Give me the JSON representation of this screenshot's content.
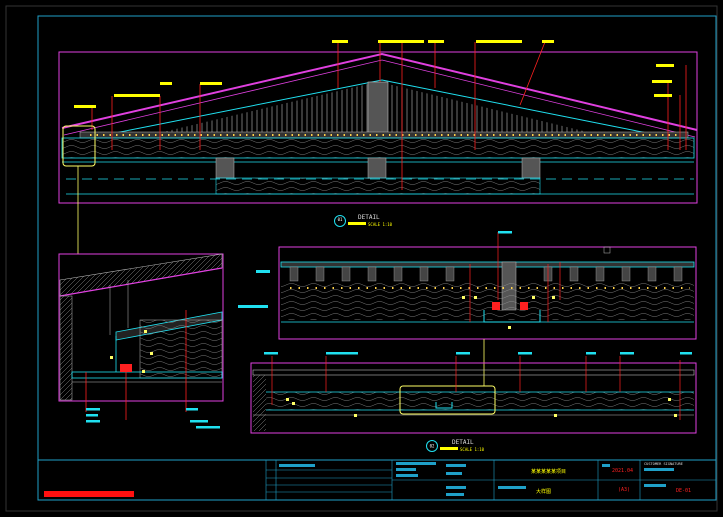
{
  "drawing": {
    "detail_label_1": "DETAIL",
    "detail_scale_1": "SCALE 1:10",
    "detail_number_1": "01",
    "detail_label_2": "DETAIL",
    "detail_scale_2": "SCALE 1:10",
    "detail_number_2": "02"
  },
  "title_block": {
    "project_name": "某某某某某项目",
    "sheet_title": "大样图",
    "date": "2021.04",
    "scale": "(A3)",
    "drawing_no": "DE-01",
    "customer_label": "CUSTOMER SIGNATURE"
  },
  "colors": {
    "magenta": "#e040e0",
    "cyan": "#20e0f0",
    "yellow": "#ffff00",
    "red": "#ff2020",
    "white": "#dddddd",
    "grey": "#9a9a9a",
    "frame": "#1fa0c8"
  }
}
